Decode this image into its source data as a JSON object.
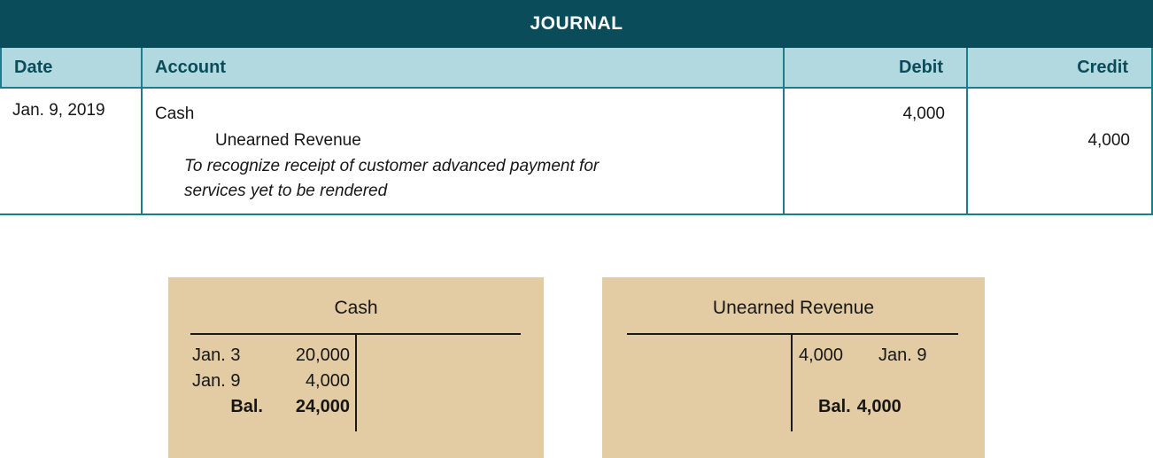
{
  "journal": {
    "title": "JOURNAL",
    "columns": {
      "date": "Date",
      "account": "Account",
      "debit": "Debit",
      "credit": "Credit"
    },
    "entry": {
      "date": "Jan. 9, 2019",
      "debit_account": "Cash",
      "credit_account": "Unearned Revenue",
      "memo_line_1": "To recognize receipt of customer advanced payment for",
      "memo_line_2": "services yet to be rendered",
      "debit_amount": "4,000",
      "credit_amount": "4,000"
    }
  },
  "t_accounts": [
    {
      "title": "Cash",
      "debit_rows": [
        {
          "label": "Jan. 3",
          "amount": "20,000",
          "bold": false
        },
        {
          "label": "Jan. 9",
          "amount": "4,000",
          "bold": false
        },
        {
          "label": "Bal.",
          "amount": "24,000",
          "bold": true
        }
      ],
      "credit_rows": []
    },
    {
      "title": "Unearned Revenue",
      "debit_rows": [],
      "credit_rows": [
        {
          "label": "Jan. 9",
          "amount": "4,000",
          "bold": false
        },
        {
          "label": "",
          "amount": "",
          "bold": false
        },
        {
          "label": "Bal.",
          "amount": "4,000",
          "bold": true
        }
      ]
    }
  ],
  "colors": {
    "header_dark": "#0a4c5a",
    "header_light": "#b3d9e0",
    "border": "#1b7c8c",
    "taccount_bg": "#e3cba4",
    "text": "#161616"
  }
}
